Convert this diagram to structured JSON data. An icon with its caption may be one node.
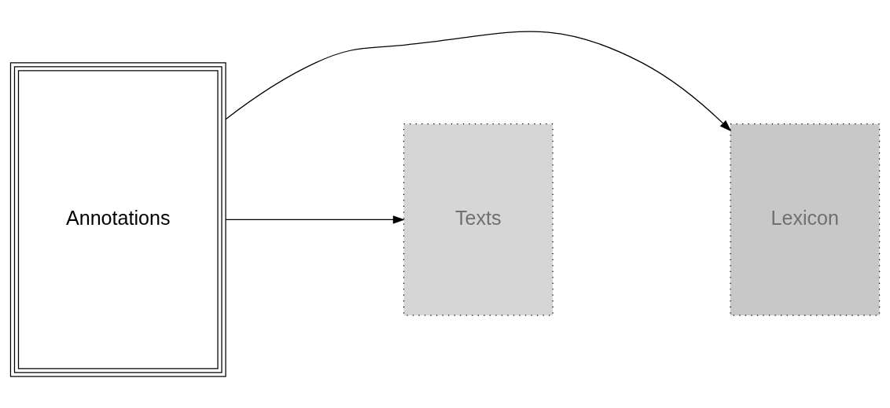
{
  "diagram": {
    "nodes": [
      {
        "text": [
          "Lexicon"
        ]
      },
      {
        "text": [
          "Annotations"
        ]
      },
      {
        "text": [
          "Texts"
        ]
      }
    ],
    "edges": [
      {
        "from": 1,
        "to": 0,
        "arrow": "to"
      },
      {
        "from": 1,
        "to": 2,
        "arrow": "to"
      }
    ]
  }
}
